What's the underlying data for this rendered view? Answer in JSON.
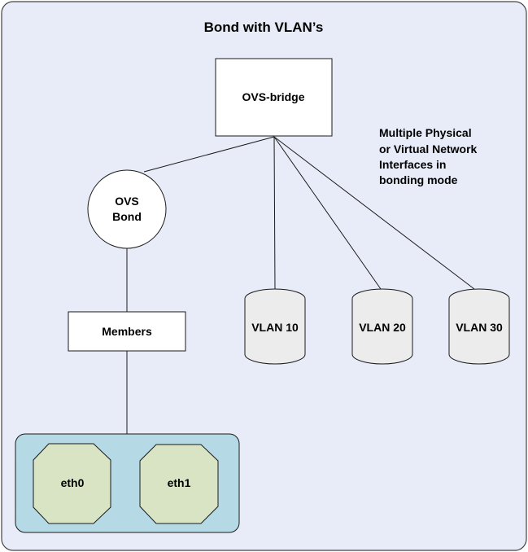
{
  "title": "Bond with VLAN’s",
  "bridge": {
    "label": "OVS-bridge"
  },
  "bond": {
    "line1": "OVS",
    "line2": "Bond"
  },
  "members": {
    "label": "Members"
  },
  "note": {
    "lines": [
      "Multiple Physical",
      "or Virtual Network",
      "Interfaces in",
      "bonding mode"
    ]
  },
  "vlans": [
    {
      "label": "VLAN 10"
    },
    {
      "label": "VLAN 20"
    },
    {
      "label": "VLAN 30"
    }
  ],
  "interfaces": [
    {
      "label": "eth0"
    },
    {
      "label": "eth1"
    }
  ],
  "colors": {
    "canvas": "#e8ecf8",
    "vlan_fill": "#ececec",
    "group_fill": "#b5dae6",
    "nic_fill": "#d8e4c4",
    "stroke": "#1a1a1a"
  }
}
